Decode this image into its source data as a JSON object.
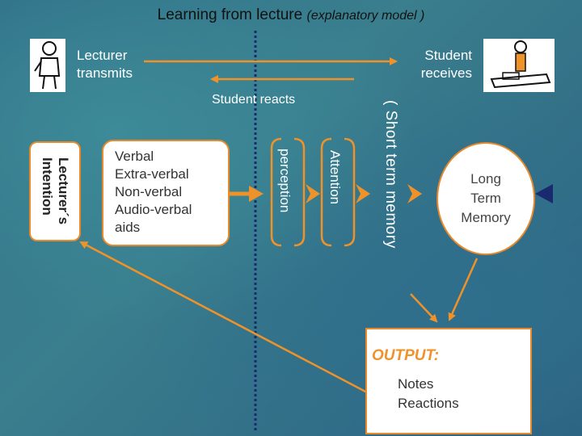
{
  "title": {
    "main": "Learning from lecture",
    "sub": "(explanatory model )"
  },
  "lecturer": {
    "label_line1": "Lecturer",
    "label_line2": "transmits",
    "icon": "lecturer-figure-icon"
  },
  "student": {
    "label_line1": "Student",
    "label_line2": "receives",
    "icon": "student-figure-icon"
  },
  "student_reacts": "Student reacts",
  "intention": {
    "line1": "Lecturer´s",
    "line2": "Intention"
  },
  "aids": {
    "items": [
      "Verbal",
      "Extra-verbal",
      "Non-verbal",
      "Audio-verbal",
      "aids"
    ]
  },
  "perception": "perception",
  "attention": "Attention",
  "short_term_memory": "( Short term memory",
  "long_term_memory": {
    "line1": "Long",
    "line2": "Term",
    "line3": "Memory"
  },
  "output": {
    "heading": "OUTPUT:",
    "line1": "Notes",
    "line2": "Reactions"
  },
  "colors": {
    "accent": "#f0922a",
    "divider": "#1a2a6e"
  }
}
